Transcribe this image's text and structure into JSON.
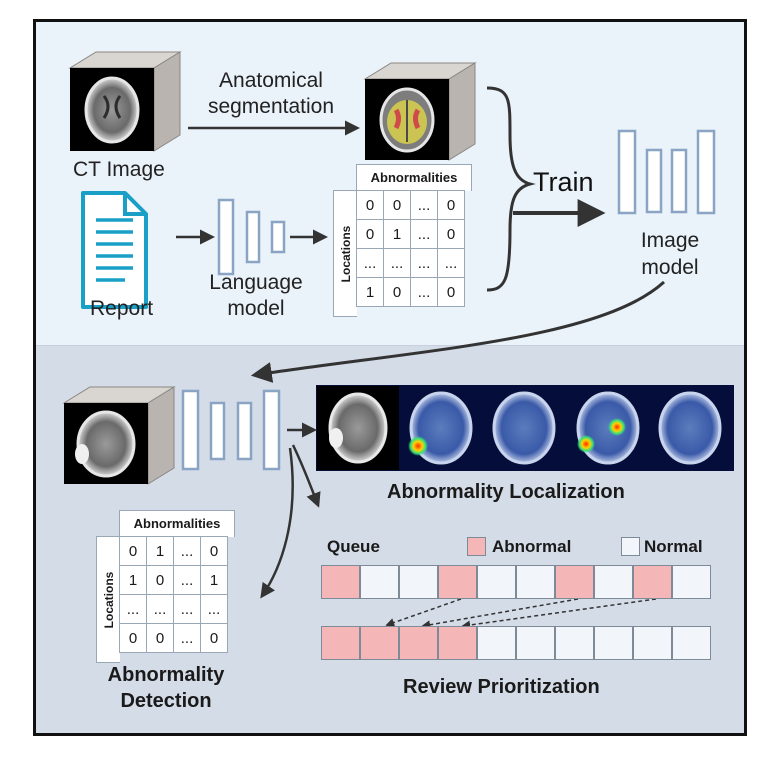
{
  "colors": {
    "top_panel_bg": "#eaf2fa",
    "bottom_panel_bg": "#d4dce8",
    "network_stroke": "#8aa4c4",
    "abnormal_fill": "#f4b6b6",
    "normal_fill": "#f2f6fb",
    "report_icon": "#1aa0c7"
  },
  "top": {
    "ct_label": "CT Image",
    "segmentation_label_line1": "Anatomical",
    "segmentation_label_line2": "segmentation",
    "report_label": "Report",
    "language_model_line1": "Language",
    "language_model_line2": "model",
    "train_label": "Train",
    "image_model_line1": "Image",
    "image_model_line2": "model",
    "table": {
      "header": "Abnormalities",
      "side_label": "Locations",
      "rows": [
        [
          "0",
          "0",
          "...",
          "0"
        ],
        [
          "0",
          "1",
          "...",
          "0"
        ],
        [
          "...",
          "...",
          "...",
          "..."
        ],
        [
          "1",
          "0",
          "...",
          "0"
        ]
      ]
    }
  },
  "bottom": {
    "localization_label": "Abnormality Localization",
    "detection_label_line1": "Abnormality",
    "detection_label_line2": "Detection",
    "prioritization_label": "Review Prioritization",
    "queue_label": "Queue",
    "legend_abnormal": "Abnormal",
    "legend_normal": "Normal",
    "queue_before": [
      "abnormal",
      "normal",
      "normal",
      "abnormal",
      "normal",
      "normal",
      "abnormal",
      "normal",
      "abnormal",
      "normal"
    ],
    "queue_after": [
      "abnormal",
      "abnormal",
      "abnormal",
      "abnormal",
      "normal",
      "normal",
      "normal",
      "normal",
      "normal",
      "normal"
    ],
    "table": {
      "header": "Abnormalities",
      "side_label": "Locations",
      "rows": [
        [
          "0",
          "1",
          "...",
          "0"
        ],
        [
          "1",
          "0",
          "...",
          "1"
        ],
        [
          "...",
          "...",
          "...",
          "..."
        ],
        [
          "0",
          "0",
          "...",
          "0"
        ]
      ]
    }
  },
  "icons": {
    "ct_cube": "ct-volume-icon",
    "report": "document-icon",
    "brace": "curly-brace-icon"
  }
}
